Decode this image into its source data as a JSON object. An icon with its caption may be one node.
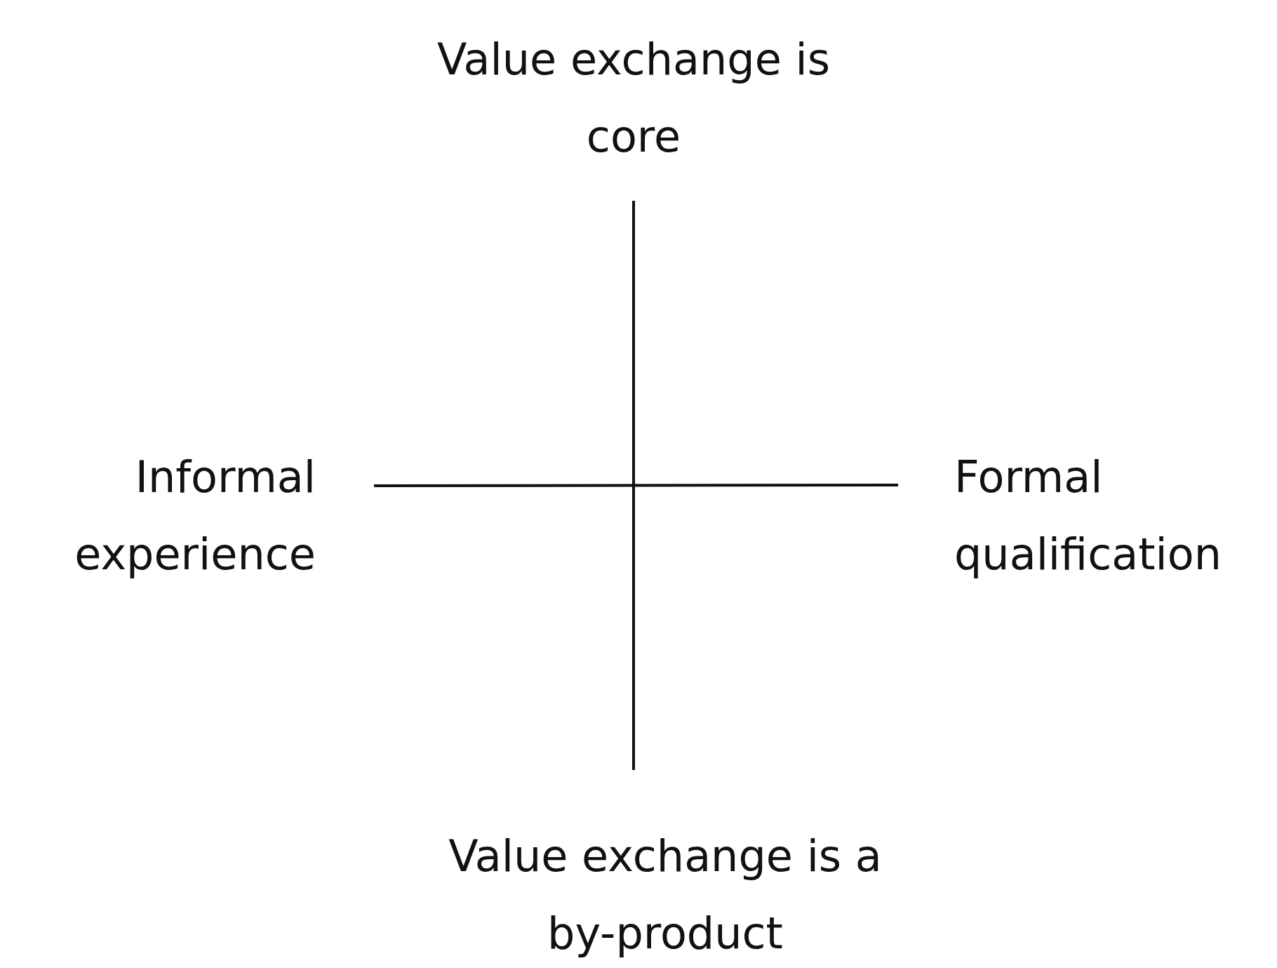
{
  "diagram": {
    "labels": [
      "Value exchange is core",
      "Informal experience",
      "Formal qualification",
      "Value exchange is a by-product"
    ]
  }
}
